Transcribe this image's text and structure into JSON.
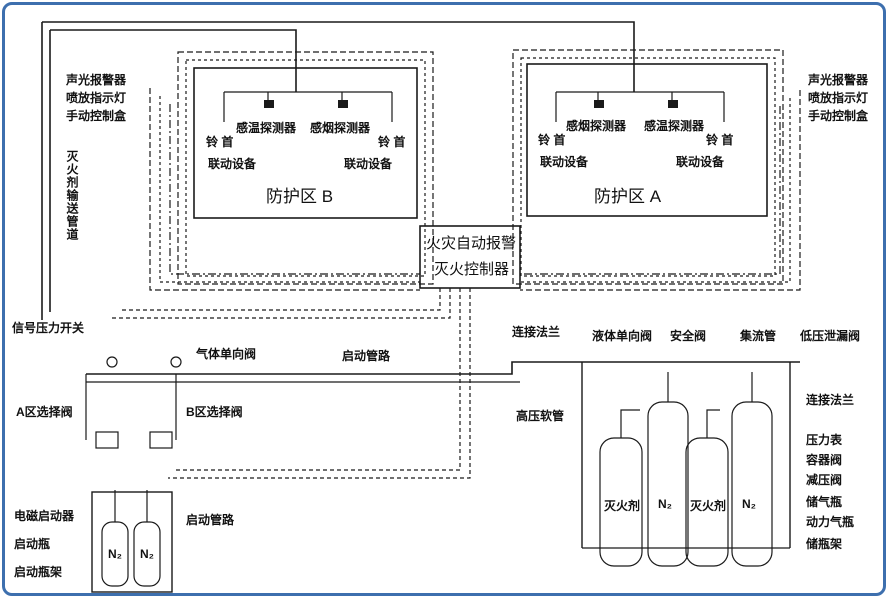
{
  "zone_b": {
    "name": "防护区 B",
    "left_devices": [
      "声光报警器",
      "喷放指示灯",
      "手动控制盒"
    ],
    "detector_smoke": "感温探测器",
    "detector_heat": "感烟探测器",
    "alarm_left": "铃 首",
    "alarm_right": "铃 首",
    "linkage_left": "联动设备",
    "linkage_right": "联动设备"
  },
  "zone_a": {
    "name": "防护区 A",
    "right_devices": [
      "声光报警器",
      "喷放指示灯",
      "手动控制盒"
    ],
    "detector_smoke": "感烟探测器",
    "detector_heat": "感温探测器",
    "alarm_left": "铃 首",
    "alarm_right": "铃 首",
    "linkage_left": "联动设备",
    "linkage_right": "联动设备"
  },
  "controller": {
    "line1": "火灾自动报警",
    "line2": "灭火控制器"
  },
  "vertical_label": "灭火剂输送管道",
  "left_labels": {
    "pressure_switch": "信号压力开关",
    "check_valve": "气体单向阀",
    "start_pipe_top": "启动管路",
    "valve_a": "A区选择阀",
    "valve_b": "B区选择阀",
    "solenoid": "电磁启动器",
    "start_bottle": "启动瓶",
    "start_rack": "启动瓶架",
    "start_pipe_bottom": "启动管路"
  },
  "right_labels": {
    "connector_top": "连接法兰",
    "liquid_check": "液体单向阀",
    "safety_valve": "安全阀",
    "manifold": "集流管",
    "low_pressure": "低压泄漏阀",
    "hp_hose": "高压软管",
    "flange": "连接法兰",
    "gauge": "压力表",
    "container_valve": "容器阀",
    "reducer": "减压阀",
    "agent_bottle": "储气瓶",
    "pump_bottle": "动力气瓶",
    "rack": "储瓶架"
  },
  "cylinders": {
    "n2": "N₂",
    "agent": "灭火剂",
    "left_n2": "N₂"
  },
  "colors": {
    "frame": "#3d6fae",
    "line": "#1a1a1a"
  }
}
